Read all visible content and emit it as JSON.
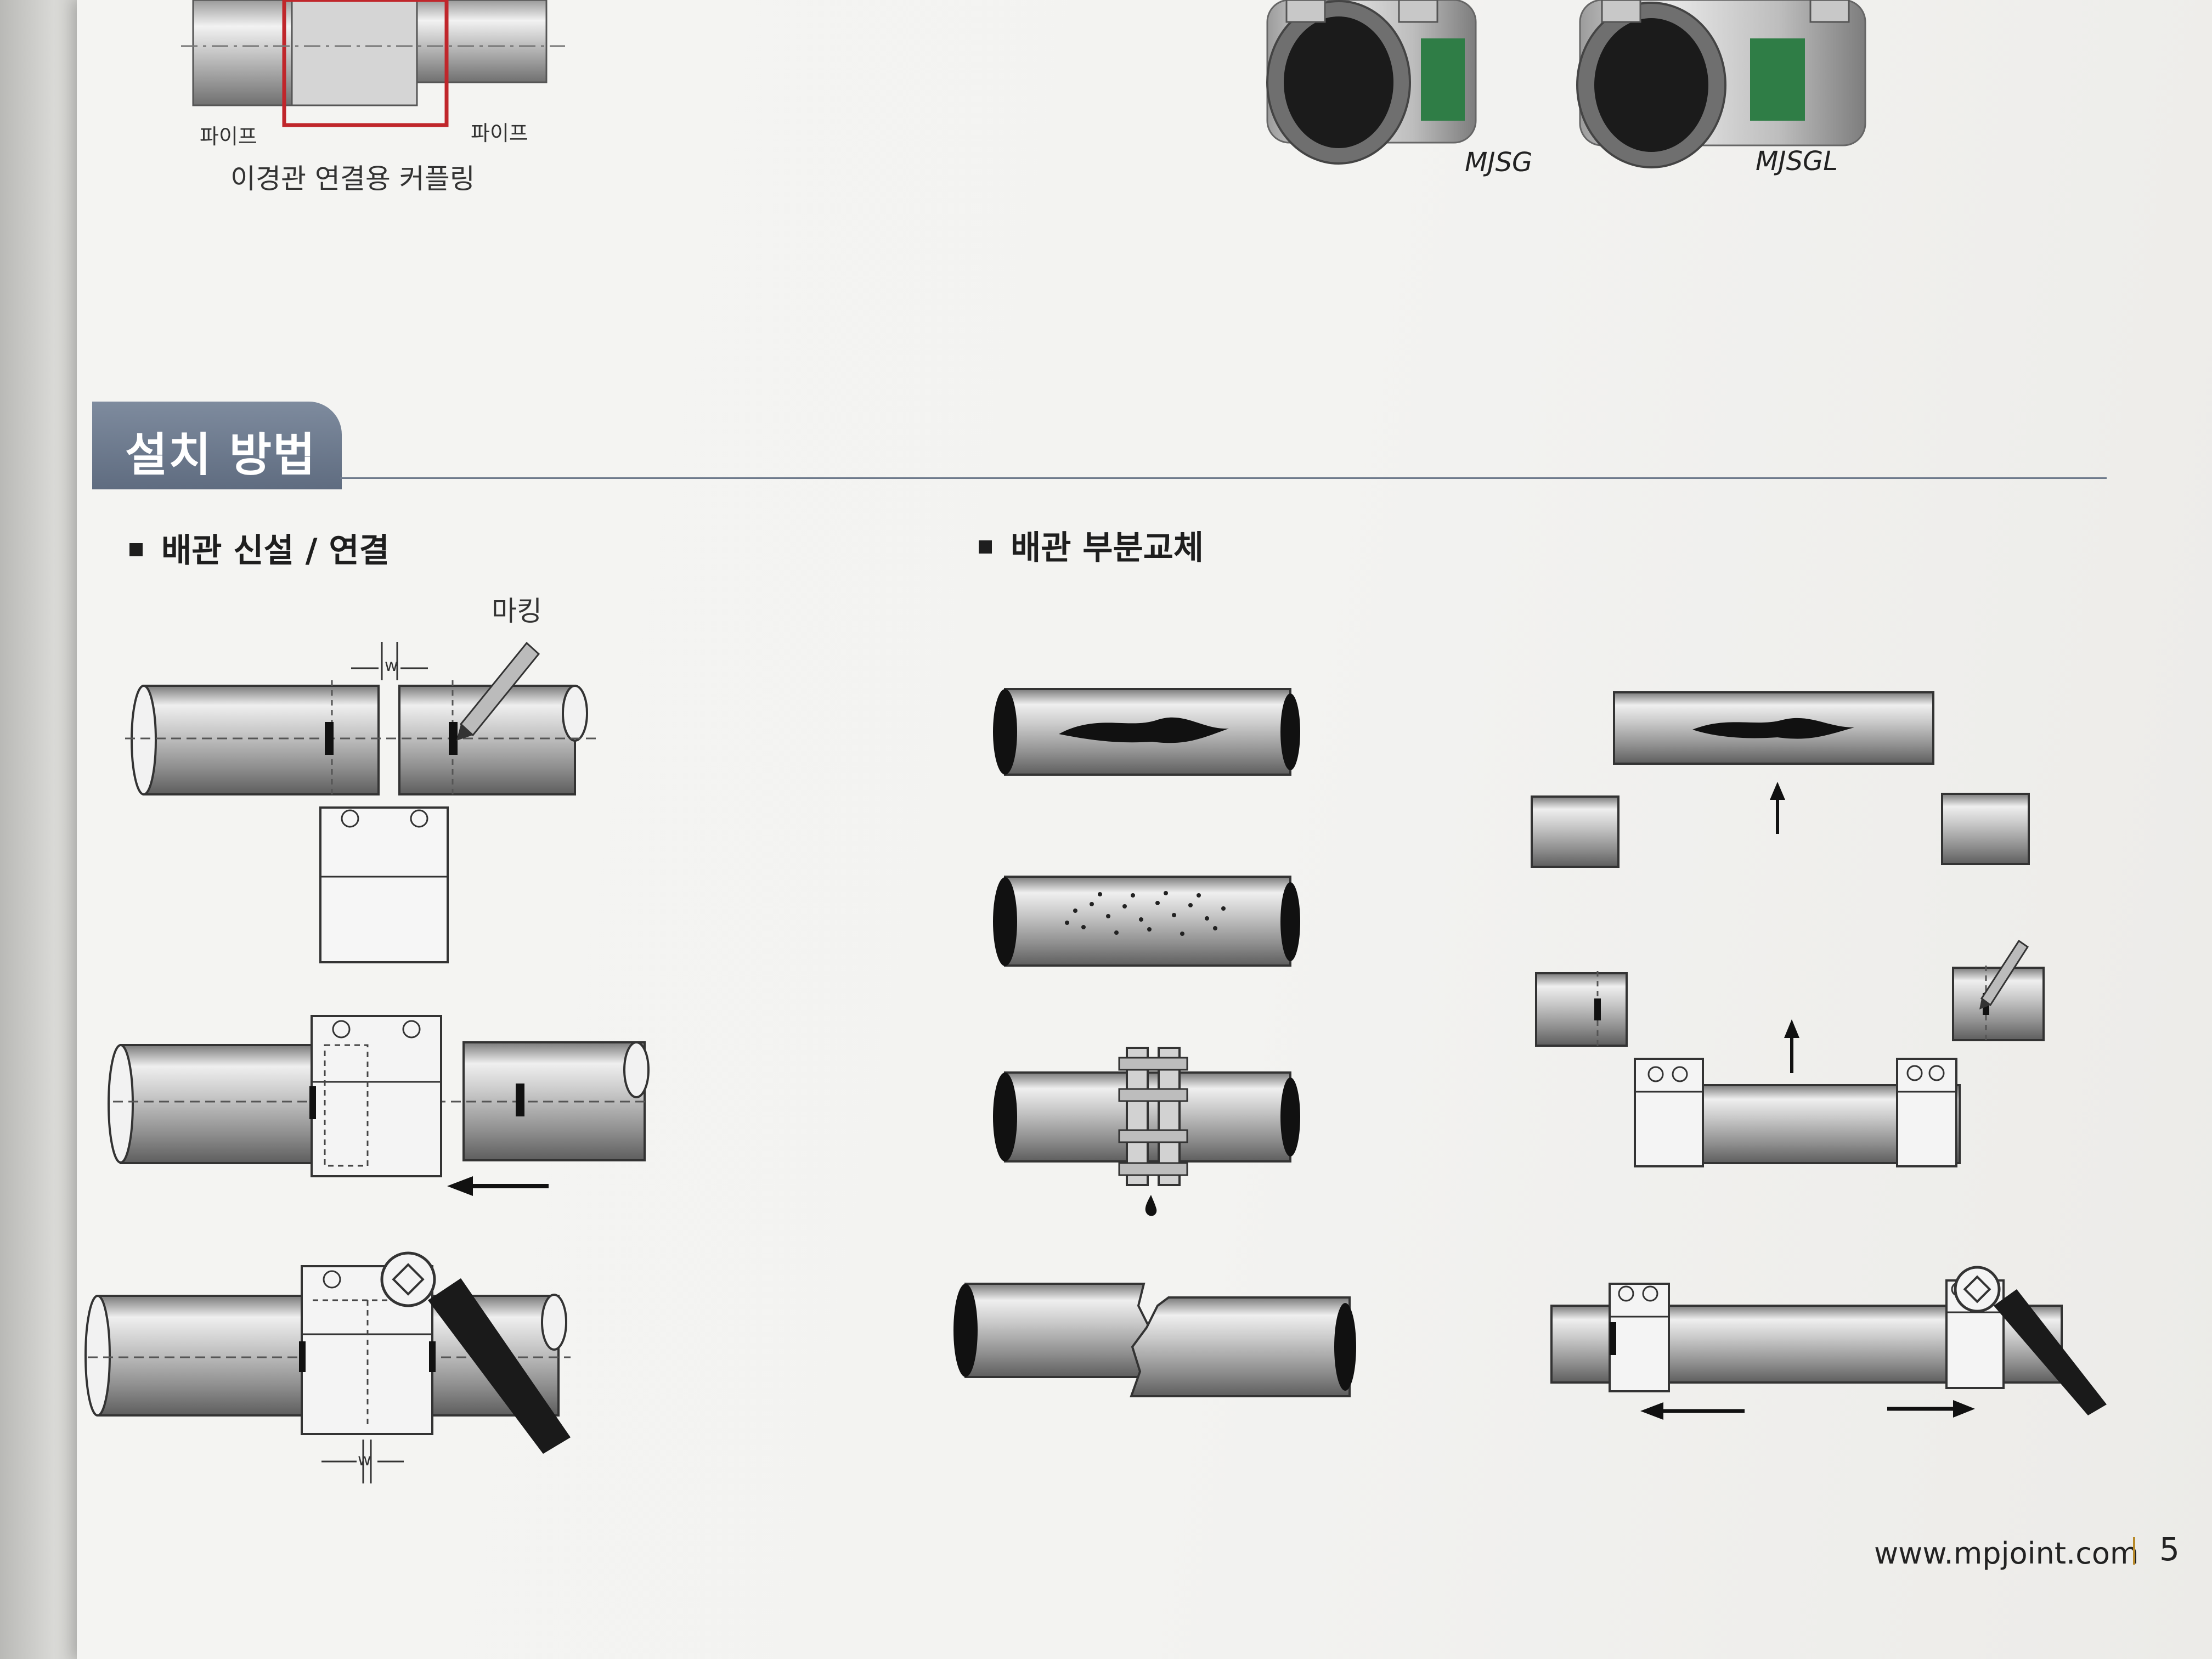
{
  "top": {
    "coupling_label_left": "파이프",
    "coupling_label_right": "파이프",
    "coupling_caption": "이경관 연결용 커플링",
    "product_1": "MJSG",
    "product_2": "MJSGL"
  },
  "section": {
    "title": "설치 방법"
  },
  "subsections": {
    "left_title": "배관 신설 / 연결",
    "right_title": "배관 부분교체",
    "marking_label": "마킹",
    "gap_label": "w"
  },
  "footer": {
    "url": "www.mpjoint.com",
    "page_number": "5"
  },
  "colors": {
    "tab": "#6e7b8f",
    "rule": "#6e7a8c",
    "pipe_dark": "#8d8d8d",
    "pipe_light": "#e8e8e8",
    "coupling_red": "#c0262b",
    "coupling_green": "#2f7d46"
  }
}
